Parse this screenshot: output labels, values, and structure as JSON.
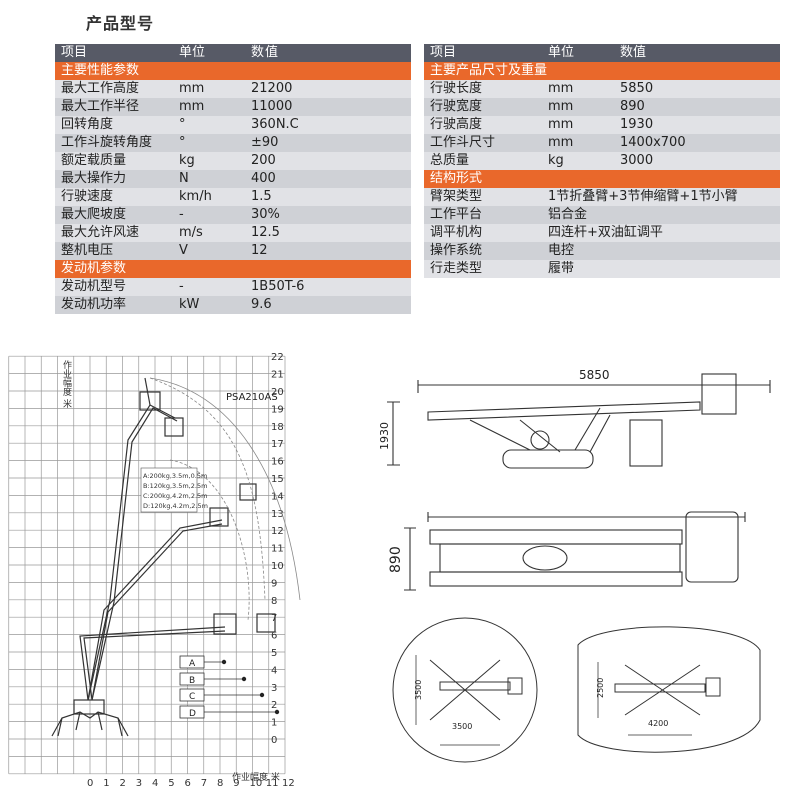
{
  "page_title": "产品型号",
  "table_left": {
    "headers": [
      "项目",
      "单位",
      "数值"
    ],
    "sections": [
      {
        "title": "主要性能参数",
        "rows": [
          [
            "最大工作高度",
            "mm",
            "21200"
          ],
          [
            "最大工作半径",
            "mm",
            "11000"
          ],
          [
            "回转角度",
            "°",
            "360N.C"
          ],
          [
            "工作斗旋转角度",
            "°",
            "±90"
          ],
          [
            "额定载质量",
            "kg",
            "200"
          ],
          [
            "最大操作力",
            "N",
            "400"
          ],
          [
            "行驶速度",
            "km/h",
            "1.5"
          ],
          [
            "最大爬坡度",
            "-",
            "30%"
          ],
          [
            "最大允许风速",
            "m/s",
            "12.5"
          ],
          [
            "整机电压",
            "V",
            "12"
          ]
        ]
      },
      {
        "title": "发动机参数",
        "rows": [
          [
            "发动机型号",
            "-",
            "1B50T-6"
          ],
          [
            "发动机功率",
            "kW",
            "9.6"
          ]
        ]
      }
    ]
  },
  "table_right": {
    "headers": [
      "项目",
      "单位",
      "数值"
    ],
    "sections": [
      {
        "title": "主要产品尺寸及重量",
        "rows": [
          [
            "行驶长度",
            "mm",
            "5850"
          ],
          [
            "行驶宽度",
            "mm",
            "890"
          ],
          [
            "行驶高度",
            "mm",
            "1930"
          ],
          [
            "工作斗尺寸",
            "mm",
            "1400x700"
          ],
          [
            "总质量",
            "kg",
            "3000"
          ]
        ]
      },
      {
        "title": "结构形式",
        "rows": [
          [
            "臂架类型",
            "1节折叠臂+3节伸缩臂+1节小臂"
          ],
          [
            "工作平台",
            "铝合金"
          ],
          [
            "调平机构",
            "四连杆+双油缸调平"
          ],
          [
            "操作系统",
            "电控"
          ],
          [
            "行走类型",
            "履带"
          ]
        ]
      }
    ]
  },
  "work_range_chart": {
    "model_label": "PSA210AS",
    "y_axis_label": "作业幅度 米",
    "x_axis_label": "作业幅度 米",
    "y_ticks": [
      "0",
      "1",
      "2",
      "3",
      "4",
      "5",
      "6",
      "7",
      "8",
      "9",
      "10",
      "11",
      "12",
      "13",
      "14",
      "15",
      "16",
      "17",
      "18",
      "19",
      "20",
      "21",
      "22"
    ],
    "x_ticks": [
      "0",
      "1",
      "2",
      "3",
      "4",
      "5",
      "6",
      "7",
      "8",
      "9",
      "10",
      "11",
      "12"
    ],
    "x_range": [
      -5,
      12
    ],
    "y_range": [
      -2,
      22
    ],
    "load_legend": [
      "A:200kg,3.5m,0.5m",
      "B:120kg,3.5m,2.5m",
      "C:200kg,4.2m,2.5m",
      "D:120kg,4.2m,2.5m"
    ],
    "zone_markers": [
      "A",
      "B",
      "C",
      "D"
    ]
  },
  "dimension_drawings": {
    "side_length": "5850",
    "side_height": "1930",
    "top_width": "890",
    "footprint_a_height": "3500",
    "footprint_a_width": "3500",
    "footprint_b_height": "2500",
    "footprint_b_width": "4200"
  },
  "colors": {
    "header_bg": "#575a66",
    "section_bg": "#e9682b",
    "row_light": "#e1e2e6",
    "row_dark": "#cfd1d6"
  }
}
